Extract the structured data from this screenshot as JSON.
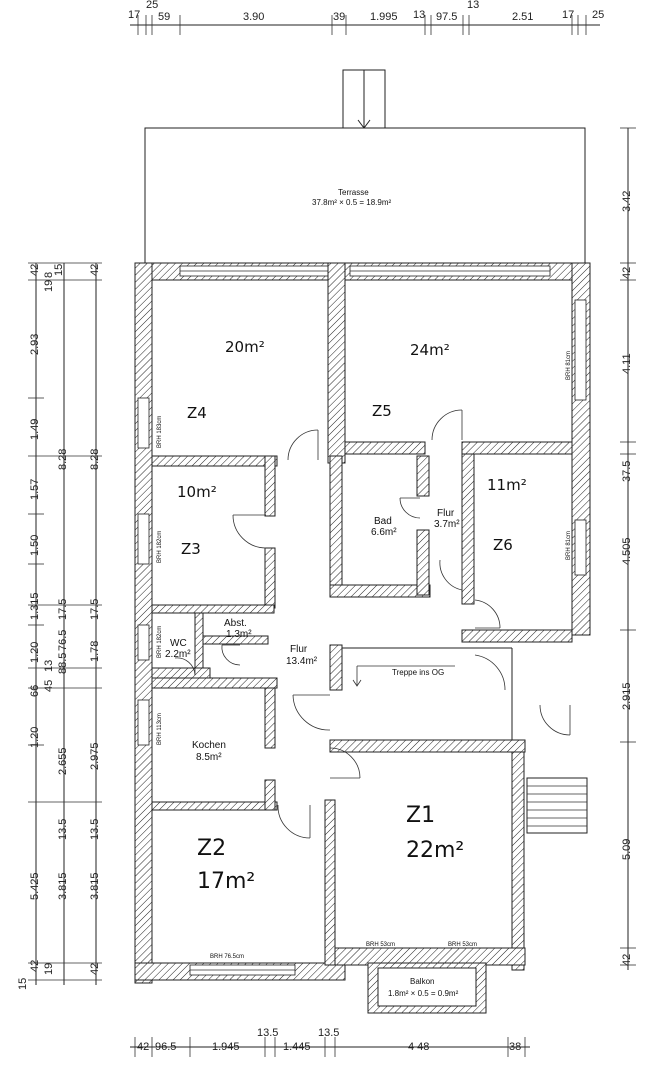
{
  "dimensions": {
    "top": [
      "17",
      "25",
      "59",
      "3.90",
      "39",
      "1.995",
      "13",
      "97.5",
      "13",
      "2.51",
      "17",
      "25"
    ],
    "bottom": [
      "42",
      "96.5",
      "1.945",
      "13.5",
      "1.445",
      "13.5",
      "4 48",
      "38"
    ],
    "right": [
      "3.42",
      "42",
      "4.11",
      "37.5",
      "4.505",
      "2.915",
      "5.09",
      "42"
    ],
    "left_outer": [
      "42",
      "2.93",
      "1.49",
      "1.57",
      "1.50",
      "1.315",
      "1.20",
      "66",
      "1.20",
      "5.425",
      "42",
      "15"
    ],
    "left_mid": [
      "8",
      "19",
      "15",
      "8.28",
      "17.5",
      "76.5",
      "13",
      "45",
      "88.5",
      "2.655",
      "13.5",
      "3.815",
      "19"
    ],
    "left_inner": [
      "42",
      "8.28",
      "17.5",
      "1.78",
      "2.975",
      "13.5",
      "3.815",
      "42"
    ]
  },
  "rooms": {
    "terrasse": {
      "name": "Terrasse",
      "calc": "37.8m² × 0.5 = 18.9m²"
    },
    "z4": {
      "name": "Z4",
      "area": "20m²",
      "window": "BRH 183cm"
    },
    "z5": {
      "name": "Z5",
      "area": "24m²",
      "window": "BRH 81cm"
    },
    "z3": {
      "name": "Z3",
      "area": "10m²",
      "window": "BRH 182cm"
    },
    "bad": {
      "name": "Bad",
      "area": "6.6m²"
    },
    "flur_small": {
      "name": "Flur",
      "area": "3.7m²"
    },
    "z6": {
      "name": "Z6",
      "area": "11m²",
      "window": "BRH 81cm"
    },
    "wc": {
      "name": "WC",
      "area": "2.2m²",
      "window": "BRH 182cm"
    },
    "abst": {
      "name": "Abst.",
      "area": "1.3m²"
    },
    "flur": {
      "name": "Flur",
      "area": "13.4m²"
    },
    "treppe": {
      "label": "Treppe ins OG"
    },
    "kochen": {
      "name": "Kochen",
      "area": "8.5m²",
      "window": "BRH 113cm"
    },
    "z1": {
      "name": "Z1",
      "area": "22m²",
      "window_left": "BRH 53cm",
      "window_right": "BRH 53cm"
    },
    "z2": {
      "name": "Z2",
      "area": "17m²",
      "window": "BRH 76.5cm"
    },
    "balkon": {
      "name": "Balkon",
      "calc": "1.8m² × 0.5 = 0.9m²"
    }
  }
}
